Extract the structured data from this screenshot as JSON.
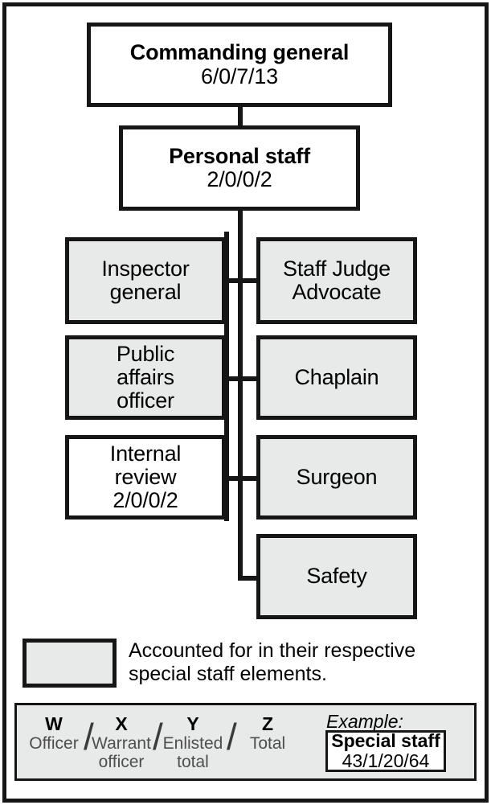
{
  "chart": {
    "type": "org-chart",
    "nodes": [
      {
        "id": "commanding-general",
        "title": "Commanding general",
        "numbers": "6/0/7/13",
        "shaded": false,
        "bold": true
      },
      {
        "id": "personal-staff",
        "title": "Personal staff",
        "numbers": "2/0/0/2",
        "shaded": false,
        "bold": true
      },
      {
        "id": "inspector-general",
        "title": "Inspector\ngeneral",
        "numbers": "",
        "shaded": true,
        "bold": false
      },
      {
        "id": "staff-judge-advocate",
        "title": "Staff Judge\nAdvocate",
        "numbers": "",
        "shaded": true,
        "bold": false
      },
      {
        "id": "public-affairs-officer",
        "title": "Public\naffairs\nofficer",
        "numbers": "",
        "shaded": true,
        "bold": false
      },
      {
        "id": "chaplain",
        "title": "Chaplain",
        "numbers": "",
        "shaded": true,
        "bold": false
      },
      {
        "id": "internal-review",
        "title": "Internal\nreview",
        "numbers": "2/0/0/2",
        "shaded": false,
        "bold": false
      },
      {
        "id": "surgeon",
        "title": "Surgeon",
        "numbers": "",
        "shaded": true,
        "bold": false
      },
      {
        "id": "safety",
        "title": "Safety",
        "numbers": "",
        "shaded": true,
        "bold": false
      }
    ]
  },
  "boxes": {
    "commanding_general": {
      "title": "Commanding general",
      "numbers": "6/0/7/13"
    },
    "personal_staff": {
      "title": "Personal staff",
      "numbers": "2/0/0/2"
    },
    "inspector_general_line1": "Inspector",
    "inspector_general_line2": "general",
    "staff_judge_advocate_line1": "Staff Judge",
    "staff_judge_advocate_line2": "Advocate",
    "public_affairs_line1": "Public",
    "public_affairs_line2": "affairs",
    "public_affairs_line3": "officer",
    "chaplain": "Chaplain",
    "internal_review_line1": "Internal",
    "internal_review_line2": "review",
    "internal_review_numbers": "2/0/0/2",
    "surgeon": "Surgeon",
    "safety": "Safety"
  },
  "legend": {
    "note_line1": "Accounted for in their respective",
    "note_line2": "special staff elements."
  },
  "key": {
    "entries": [
      {
        "code": "W",
        "desc_line1": "Officer",
        "desc_line2": ""
      },
      {
        "code": "X",
        "desc_line1": "Warrant",
        "desc_line2": "officer"
      },
      {
        "code": "Y",
        "desc_line1": "Enlisted",
        "desc_line2": "total"
      },
      {
        "code": "Z",
        "desc_line1": "Total",
        "desc_line2": ""
      }
    ],
    "separator": "/",
    "example_label": "Example:",
    "example_box": {
      "title": "Special staff",
      "numbers": "43/1/20/64"
    }
  },
  "colors": {
    "ink": "#161616",
    "shaded_fill": "#e8eae9",
    "page_background": "#ffffff",
    "muted_text": "#4e4e4e"
  }
}
